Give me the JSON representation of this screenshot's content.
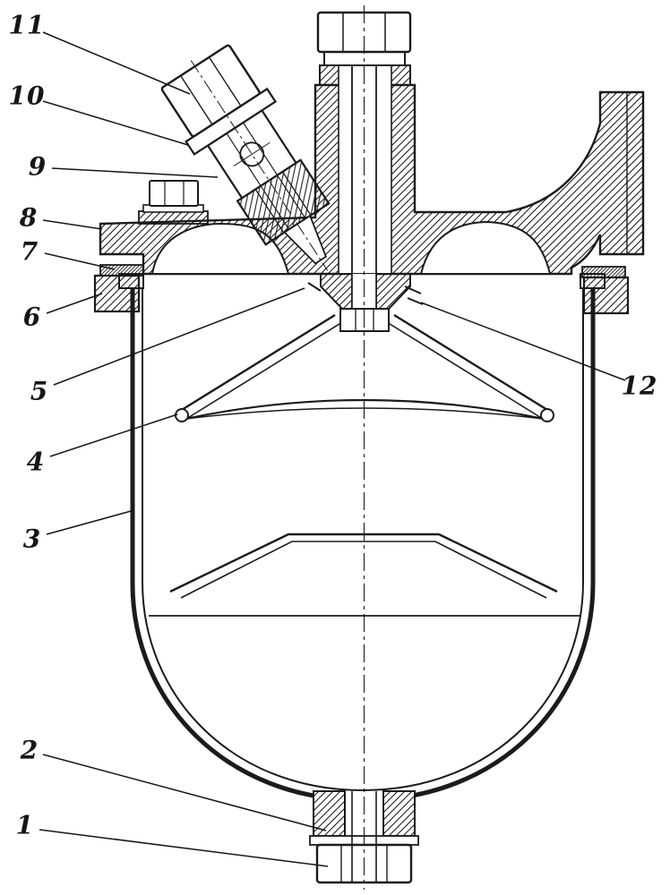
{
  "figure": {
    "ink_color": "#1b1b1b",
    "paper_color": "#ffffff",
    "callouts": [
      {
        "id": "callout-11",
        "label": "11"
      },
      {
        "id": "callout-10",
        "label": "10"
      },
      {
        "id": "callout-9",
        "label": "9"
      },
      {
        "id": "callout-8",
        "label": "8"
      },
      {
        "id": "callout-7",
        "label": "7"
      },
      {
        "id": "callout-6",
        "label": "6"
      },
      {
        "id": "callout-5",
        "label": "5"
      },
      {
        "id": "callout-4",
        "label": "4"
      },
      {
        "id": "callout-3",
        "label": "3"
      },
      {
        "id": "callout-2",
        "label": "2"
      },
      {
        "id": "callout-1",
        "label": "1"
      },
      {
        "id": "callout-12",
        "label": "12"
      }
    ]
  }
}
